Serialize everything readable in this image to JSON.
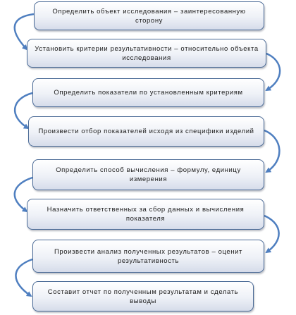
{
  "steps": [
    {
      "id": "s1",
      "text": "Определить объект исследования – заинтересованную сторону"
    },
    {
      "id": "s2",
      "text": "Установить критерии результативности – относительно объекта исследования"
    },
    {
      "id": "s3",
      "text": "Определить показатели по установленным критериям"
    },
    {
      "id": "s4",
      "text": "Произвести отбор показателей исходя из специфики изделий"
    },
    {
      "id": "s5",
      "text": "Определить способ вычисления – формулу, единицу измерения"
    },
    {
      "id": "s6",
      "text": "Назначить ответственных за сбор данных и вычисления показателя"
    },
    {
      "id": "s7",
      "text": "Произвести анализ полученных результатов – оценит результативность"
    },
    {
      "id": "s8",
      "text": "Составит отчет по полученным результатам и сделать выводы"
    }
  ],
  "colors": {
    "box_border": "#4a6a96",
    "box_fill_top": "#ffffff",
    "box_fill_bottom": "#d6dcea",
    "connector": "#4f7fc0",
    "text": "#1a1a1a"
  }
}
